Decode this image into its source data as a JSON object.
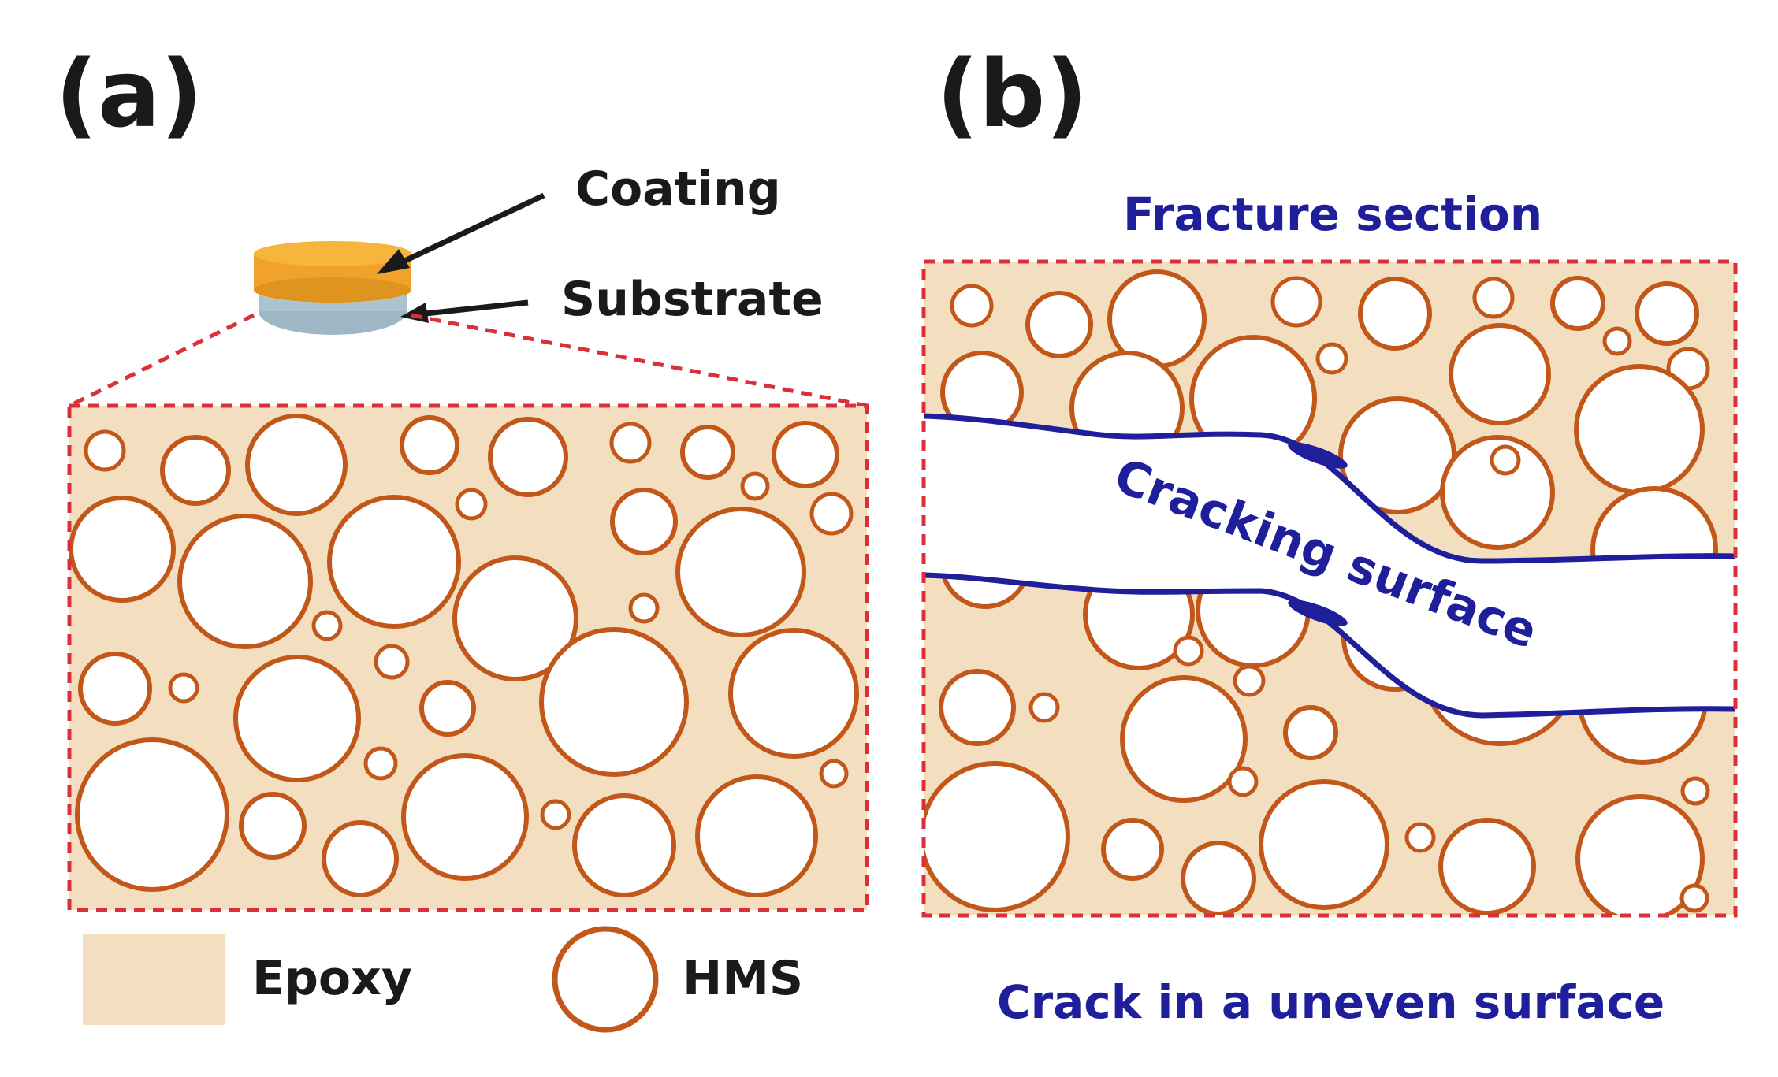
{
  "panel_a": {
    "label": "(a)",
    "coating_label": "Coating",
    "substrate_label": "Substrate",
    "legend": {
      "epoxy_label": "Epoxy",
      "hms_label": "HMS"
    }
  },
  "panel_b": {
    "label": "(b)",
    "title": "Fracture section",
    "crack_label": "Cracking surface",
    "caption": "Crack in a uneven surface"
  },
  "colors": {
    "epoxy_fill": "#f3dfbf",
    "hms_stroke": "#c2571a",
    "hms_fill": "#ffffff",
    "dash_red": "#d9303a",
    "crack_blue": "#1f1f9c",
    "coating_orange": "#f5a623",
    "text_dark": "#1a1a1a"
  },
  "icons": {
    "coating_sample": "coated-disc-icon",
    "epoxy_swatch": "epoxy-swatch-icon",
    "hms_swatch": "hms-sphere-icon"
  }
}
